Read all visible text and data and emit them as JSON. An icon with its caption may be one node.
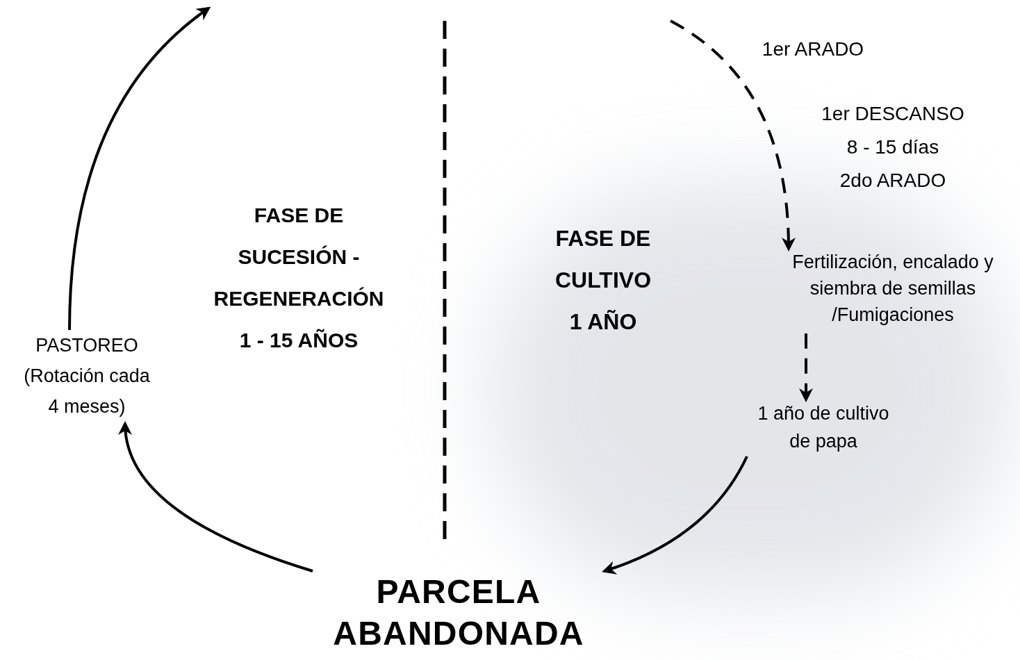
{
  "diagram": {
    "nodes": [
      {
        "text": [
          "Fertilización, encalado y siembra de semillas /Fumigaciones"
        ]
      },
      {
        "text": [
          "1 año de cultivo de papa"
        ]
      },
      {
        "text": [
          "PARCELA ABANDONADA"
        ]
      },
      {
        "text": [
          "PASTOREO",
          "(Rotación cada 4 meses)"
        ]
      }
    ],
    "edges": [
      {
        "from": null,
        "to": 0,
        "arrow": "to",
        "style": "dashed"
      },
      {
        "from": 0,
        "to": 1,
        "arrow": "to",
        "style": "dashed"
      },
      {
        "from": 1,
        "to": 2,
        "arrow": "to"
      },
      {
        "from": 2,
        "to": 3,
        "arrow": "to"
      },
      {
        "from": 3,
        "to": null,
        "arrow": "to"
      }
    ],
    "labels": [
      "1er ARADO",
      "1er DESCANSO",
      "8 - 15 días",
      "2do ARADO",
      "FASE DE SUCESIÓN - REGENERACIÓN",
      "1 - 15 AÑOS",
      "FASE DE CULTIVO",
      "1 AÑO"
    ]
  }
}
